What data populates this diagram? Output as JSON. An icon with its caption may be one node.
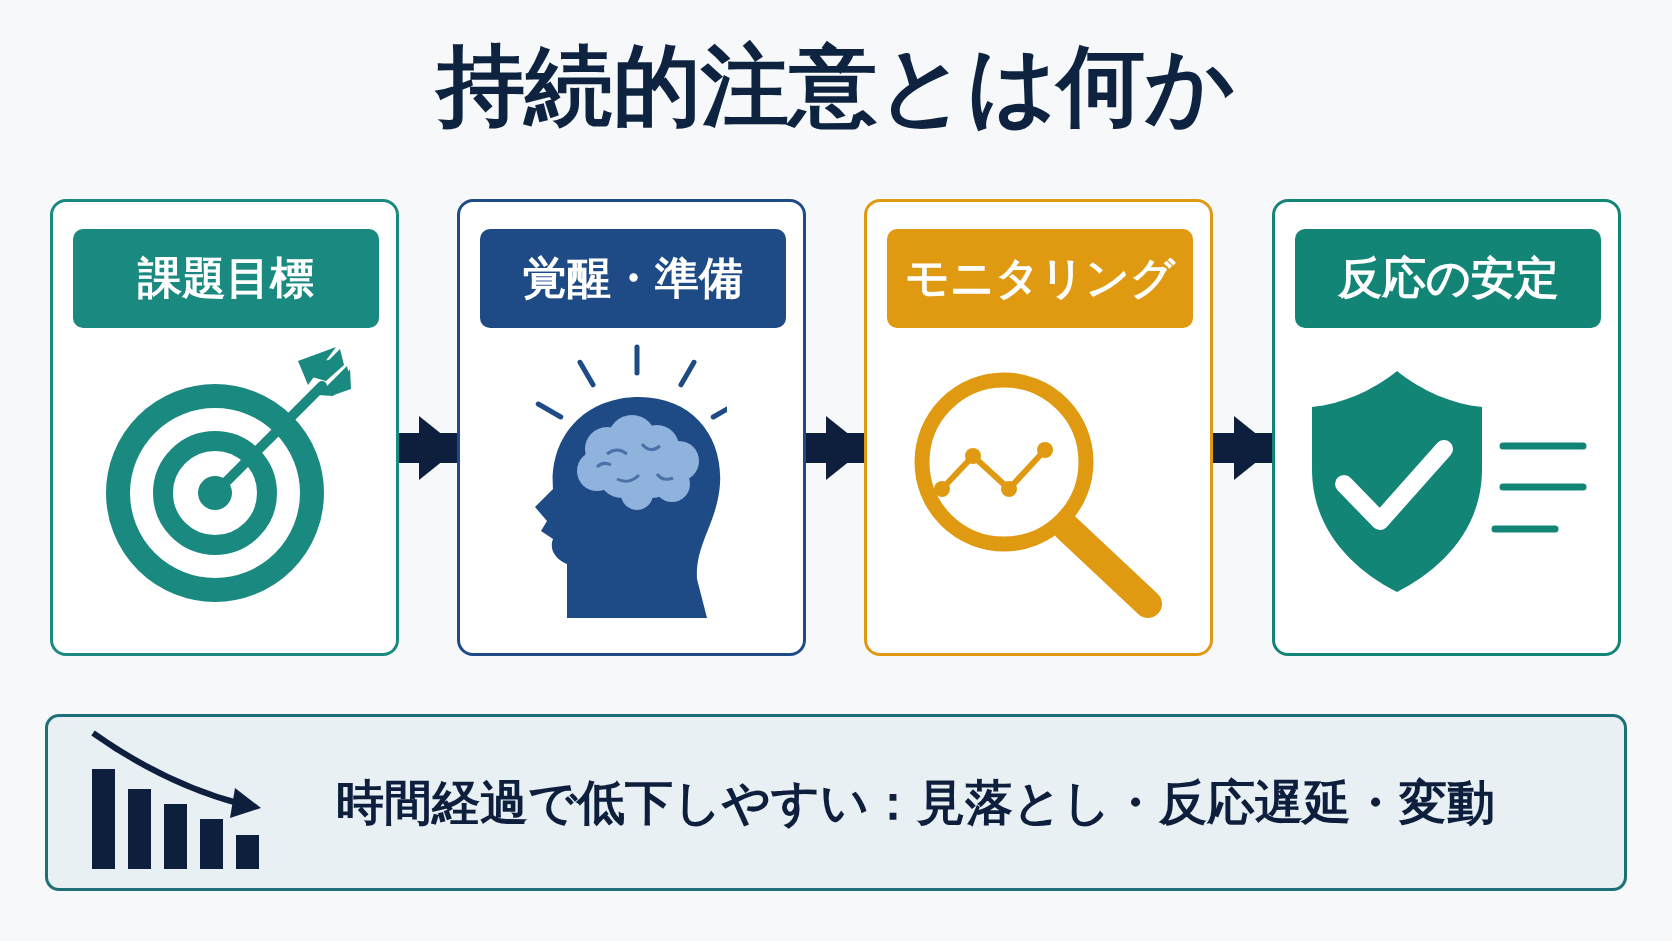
{
  "diagram": {
    "title": "持続的注意とは何か",
    "nodes": [
      {
        "text": [
          "課題目標"
        ]
      },
      {
        "text": [
          "覚醒・準備"
        ]
      },
      {
        "text": [
          "モニタリング"
        ]
      },
      {
        "text": [
          "反応の安定"
        ]
      },
      {
        "text": [
          "時間経過で低下しやすい：見落とし・反応遅延・変動"
        ]
      }
    ],
    "edges": [
      {
        "from": 0,
        "to": 1,
        "arrow": "to"
      },
      {
        "from": 1,
        "to": 2,
        "arrow": "to"
      },
      {
        "from": 2,
        "to": 3,
        "arrow": "to"
      }
    ]
  }
}
